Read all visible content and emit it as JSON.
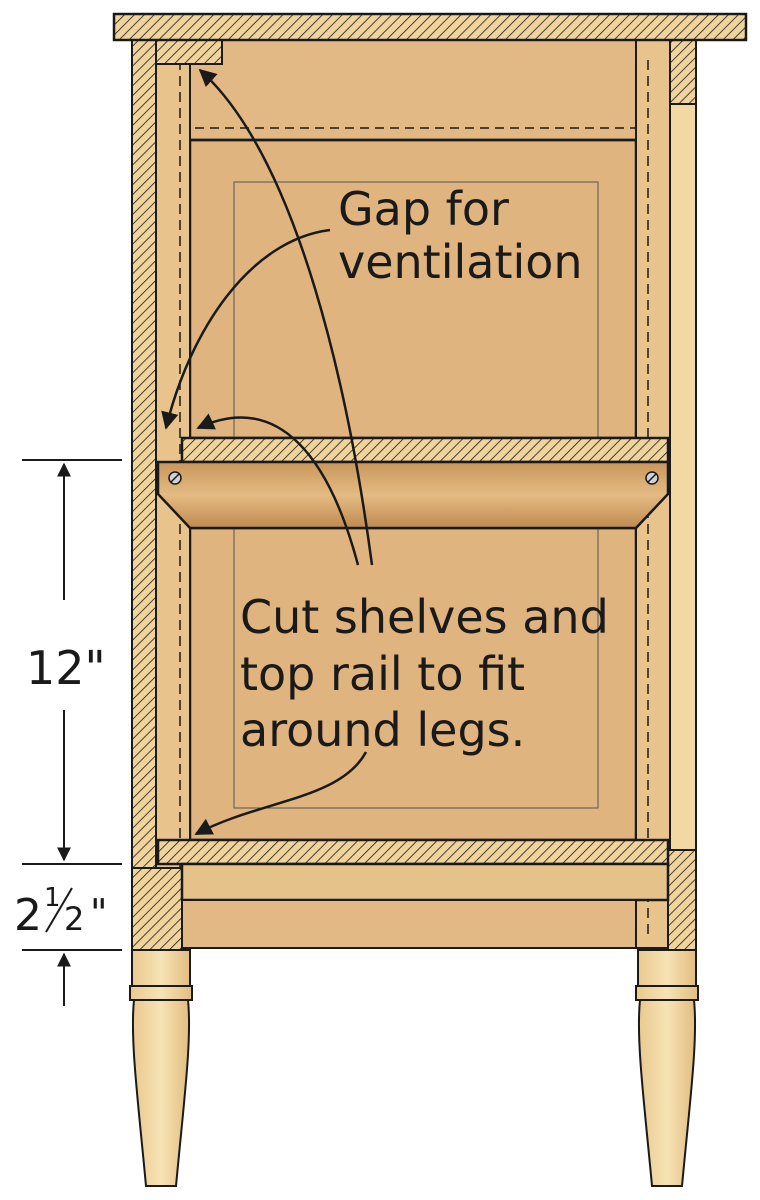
{
  "annotations": {
    "gap_line1": "Gap for",
    "gap_line2": "ventilation",
    "cut_line1": "Cut shelves and",
    "cut_line2": "top rail to fit",
    "cut_line3": "around legs."
  },
  "dimensions": {
    "shelf_spacing": "12\"",
    "base_height_whole": "2",
    "base_height_num": "1",
    "base_height_den": "2",
    "base_height_unit": "\""
  },
  "colors": {
    "panel": "#e2b985",
    "panel_inner": "#dcb17c",
    "wood_light": "#f2d9a3",
    "rail": "#d9aa6d",
    "outline": "#1a1a1a"
  }
}
